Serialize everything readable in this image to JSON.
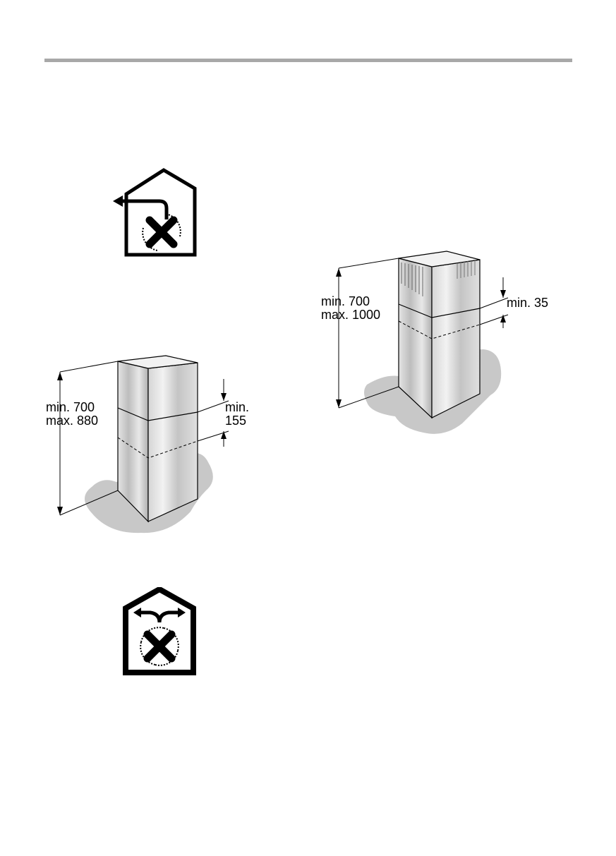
{
  "icons": {
    "exhaust_mode": "house-exhaust-air-icon",
    "recirculation_mode": "house-recirculation-icon"
  },
  "diagram_left": {
    "height_min": "min. 700",
    "height_max": "max. 880",
    "overlap_line1": "min.",
    "overlap_line2": "155"
  },
  "diagram_right": {
    "height_min": "min. 700",
    "height_max": "max. 1000",
    "overlap": "min. 35"
  },
  "colors": {
    "rule": "#a8a8a8",
    "shadow": "#c8c8c8",
    "ink": "#000000"
  }
}
